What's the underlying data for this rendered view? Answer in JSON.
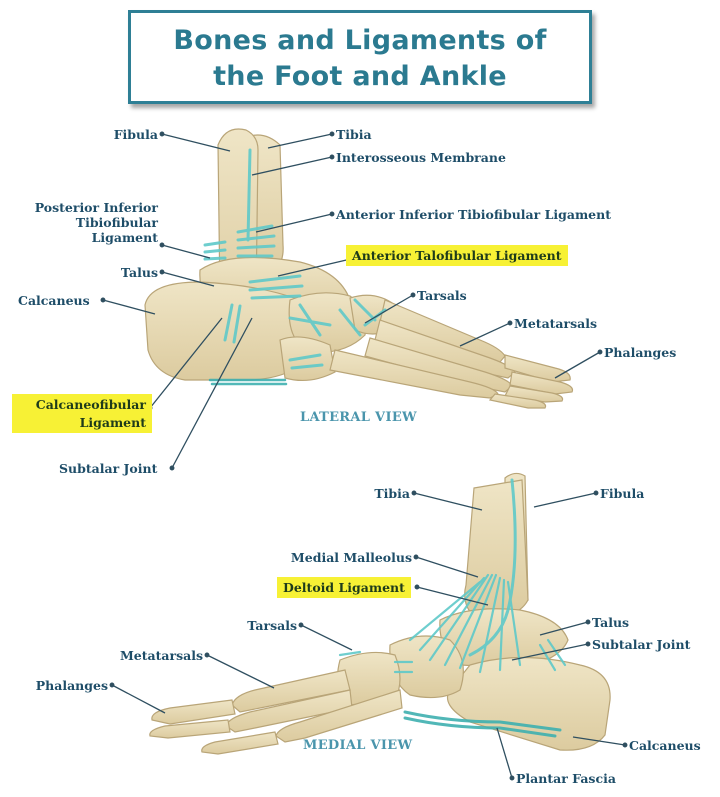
{
  "title": {
    "line1": "Bones and Ligaments of",
    "line2": "the Foot and Ankle"
  },
  "colors": {
    "title_border": "#2e7f95",
    "title_text": "#2b7a90",
    "label_text": "#1e4d68",
    "highlight": "#f7f135",
    "bone": "#e8dcb8",
    "bone_shadow": "#cdbb8f",
    "ligament": "#5fc9c9",
    "view_label": "#4a95ac"
  },
  "lateral_view": {
    "caption": "LATERAL VIEW",
    "labels": {
      "fibula": "Fibula",
      "tibia": "Tibia",
      "interosseous_membrane": "Interosseous Membrane",
      "posterior_inferior_tibiofibular_ligament_l1": "Posterior Inferior",
      "posterior_inferior_tibiofibular_ligament_l2": "Tibiofibular",
      "posterior_inferior_tibiofibular_ligament_l3": "Ligament",
      "anterior_inferior_tibiofibular_ligament": "Anterior Inferior Tibiofibular Ligament",
      "anterior_talofibular_ligament": "Anterior Talofibular Ligament",
      "talus": "Talus",
      "calcaneus": "Calcaneus",
      "tarsals": "Tarsals",
      "metatarsals": "Metatarsals",
      "phalanges": "Phalanges",
      "calcaneofibular_ligament_l1": "Calcaneofibular",
      "calcaneofibular_ligament_l2": "Ligament",
      "subtalar_joint": "Subtalar Joint"
    },
    "highlighted": [
      "Anterior Talofibular Ligament",
      "Calcaneofibular Ligament"
    ]
  },
  "medial_view": {
    "caption": "MEDIAL VIEW",
    "labels": {
      "tibia": "Tibia",
      "fibula": "Fibula",
      "medial_malleolus": "Medial Malleolus",
      "deltoid_ligament": "Deltoid Ligament",
      "tarsals": "Tarsals",
      "talus": "Talus",
      "subtalar_joint": "Subtalar Joint",
      "metatarsals": "Metatarsals",
      "phalanges": "Phalanges",
      "calcaneus": "Calcaneus",
      "plantar_fascia": "Plantar Fascia"
    },
    "highlighted": [
      "Deltoid Ligament"
    ]
  }
}
